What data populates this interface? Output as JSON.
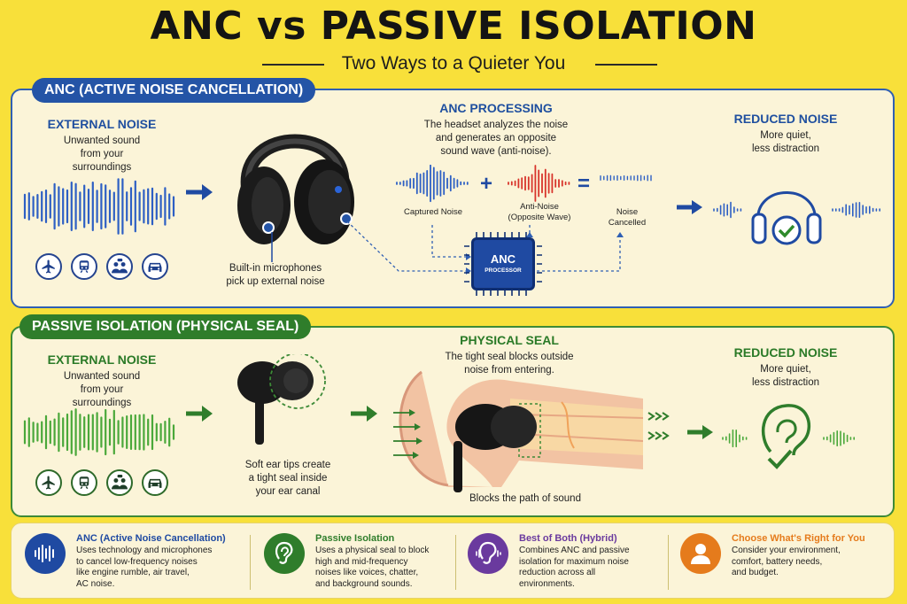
{
  "header": {
    "title": "ANC vs PASSIVE ISOLATION",
    "subtitle": "Two Ways to a Quieter You"
  },
  "anc": {
    "pill": "ANC (ACTIVE NOISE CANCELLATION)",
    "external_title": "EXTERNAL NOISE",
    "external_text": [
      "Unwanted sound",
      "from your",
      "surroundings"
    ],
    "mic_caption": [
      "Built-in microphones",
      "pick up external noise"
    ],
    "processing_title": "ANC PROCESSING",
    "processing_text": [
      "The headset analyzes the noise",
      "and generates an opposite",
      "sound wave (anti-noise)."
    ],
    "captured": "Captured Noise",
    "anti": [
      "Anti-Noise",
      "(Opposite Wave)"
    ],
    "cancelled": [
      "Noise",
      "Cancelled"
    ],
    "plus": "+",
    "equals": "=",
    "chip_title": "ANC",
    "chip_sub": "PROCESSOR",
    "reduced_title": "REDUCED NOISE",
    "reduced_text": [
      "More quiet,",
      "less distraction"
    ]
  },
  "passive": {
    "pill": "PASSIVE ISOLATION (PHYSICAL SEAL)",
    "external_title": "EXTERNAL NOISE",
    "external_text": [
      "Unwanted sound",
      "from your",
      "surroundings"
    ],
    "tips_caption": [
      "Soft ear tips create",
      "a tight seal inside",
      "your ear canal"
    ],
    "seal_title": "PHYSICAL SEAL",
    "seal_text": [
      "The tight seal blocks outside",
      "noise from entering."
    ],
    "blocks": "Blocks the path of sound",
    "reduced_title": "REDUCED NOISE",
    "reduced_text": [
      "More quiet,",
      "less distraction"
    ]
  },
  "bottom": [
    {
      "title": "ANC (Active Noise Cancellation)",
      "text": [
        "Uses technology and microphones",
        "to cancel low-frequency noises",
        "like engine rumble, air travel,",
        "AC noise."
      ],
      "color": "#1f4aa2",
      "icon": "sound-wave-icon"
    },
    {
      "title": "Passive Isolation",
      "text": [
        "Uses a physical seal to block",
        "high and mid-frequency",
        "noises like voices, chatter,",
        "and background sounds."
      ],
      "color": "#2f7d2b",
      "icon": "ear-icon"
    },
    {
      "title": "Best of Both (Hybrid)",
      "text": [
        "Combines ANC and passive",
        "isolation for maximum noise",
        "reduction across all",
        "environments."
      ],
      "color": "#6a3a9e",
      "icon": "hybrid-ear-icon"
    },
    {
      "title": "Choose What's Right for You",
      "text": [
        "Consider your environment,",
        "comfort, battery needs,",
        "and budget."
      ],
      "color": "#e57b1c",
      "icon": "user-icon"
    }
  ],
  "colors": {
    "blue": "#2454a6",
    "green": "#2f7d2b",
    "red": "#d8342b",
    "yellow": "#f8e03a"
  }
}
